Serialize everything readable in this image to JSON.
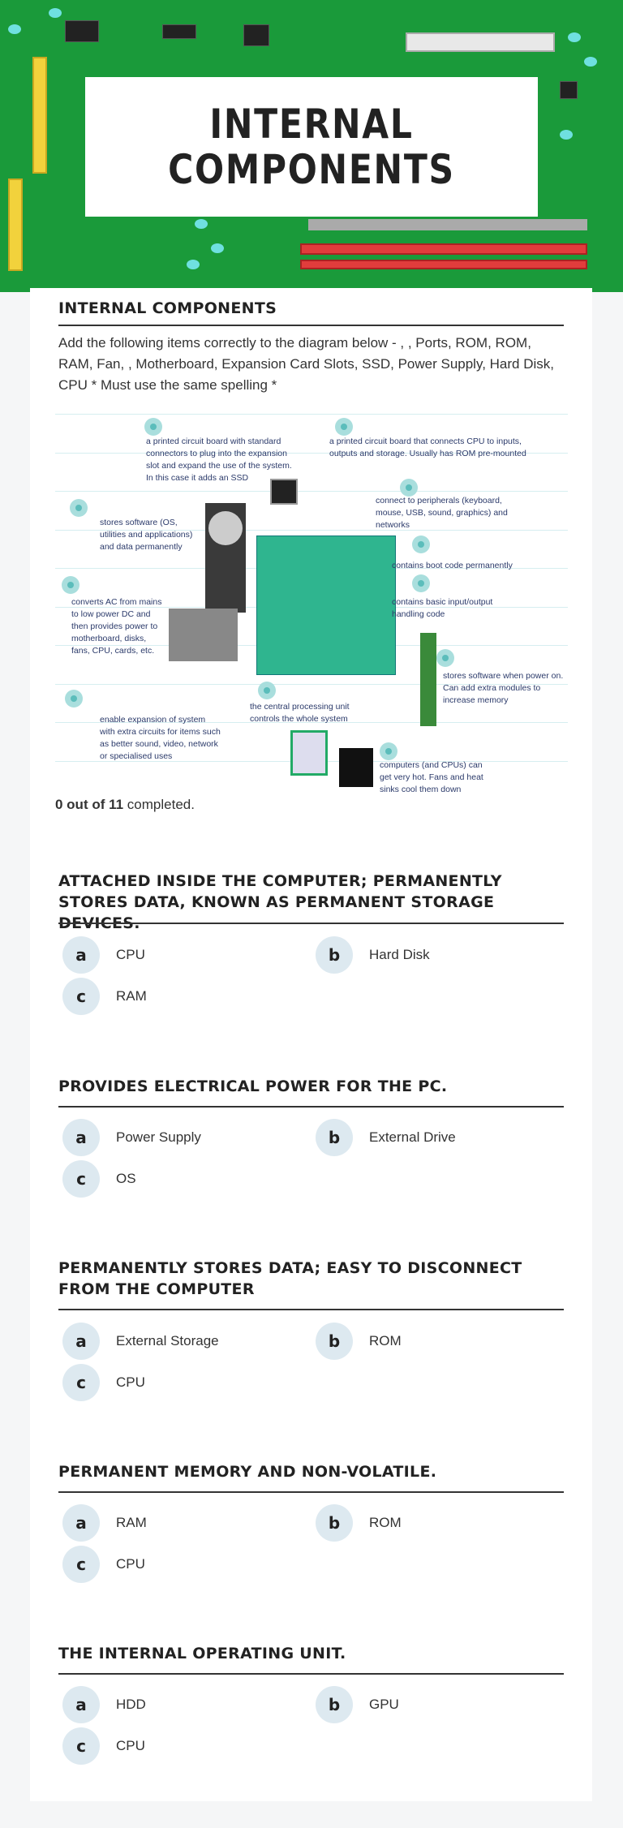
{
  "header": {
    "title": "Internal Components"
  },
  "section": {
    "title": "Internal Components",
    "instructions": "Add the following items correctly to the diagram below - , , Ports, ROM, ROM, RAM, Fan, , Motherboard, Expansion Card Slots, SSD, Power Supply, Hard Disk, CPU * Must use the same spelling *"
  },
  "diagram": {
    "labels": [
      "a printed circuit board with standard connectors to plug into the expansion slot and expand the use of the system. In this case it adds an SSD",
      "a printed circuit board that connects CPU to inputs, outputs and storage. Usually has ROM pre-mounted",
      "connect to peripherals (keyboard, mouse, USB, sound, graphics) and networks",
      "stores software (OS, utilities and applications) and data permanently",
      "contains boot code permanently",
      "converts AC from mains to low power DC and then provides power to motherboard, disks, fans, CPU, cards, etc.",
      "contains basic input/output handling code",
      "stores software when power on. Can add extra modules to increase memory",
      "enable expansion of system with extra circuits for items such as better sound, video, network or specialised uses",
      "the central processing unit controls the whole system",
      "computers (and CPUs) can get very hot. Fans and heat sinks cool them down"
    ]
  },
  "progress": {
    "done": "0 out of 11",
    "suffix": " completed."
  },
  "questions": [
    {
      "text": "Attached inside the computer; permanently stores data, known as permanent storage devices.",
      "options": [
        {
          "letter": "a",
          "label": "CPU"
        },
        {
          "letter": "b",
          "label": "Hard Disk"
        },
        {
          "letter": "c",
          "label": "RAM"
        }
      ]
    },
    {
      "text": "Provides electrical power for the PC.",
      "options": [
        {
          "letter": "a",
          "label": "Power Supply"
        },
        {
          "letter": "b",
          "label": "External Drive"
        },
        {
          "letter": "c",
          "label": "OS"
        }
      ]
    },
    {
      "text": "Permanently stores data; easy to disconnect from the computer",
      "options": [
        {
          "letter": "a",
          "label": "External Storage"
        },
        {
          "letter": "b",
          "label": "ROM"
        },
        {
          "letter": "c",
          "label": "CPU"
        }
      ]
    },
    {
      "text": "Permanent memory and non-volatile.",
      "options": [
        {
          "letter": "a",
          "label": "RAM"
        },
        {
          "letter": "b",
          "label": "ROM"
        },
        {
          "letter": "c",
          "label": "CPU"
        }
      ]
    },
    {
      "text": "The internal operating unit.",
      "options": [
        {
          "letter": "a",
          "label": "HDD"
        },
        {
          "letter": "b",
          "label": "GPU"
        },
        {
          "letter": "c",
          "label": "CPU"
        }
      ]
    }
  ]
}
